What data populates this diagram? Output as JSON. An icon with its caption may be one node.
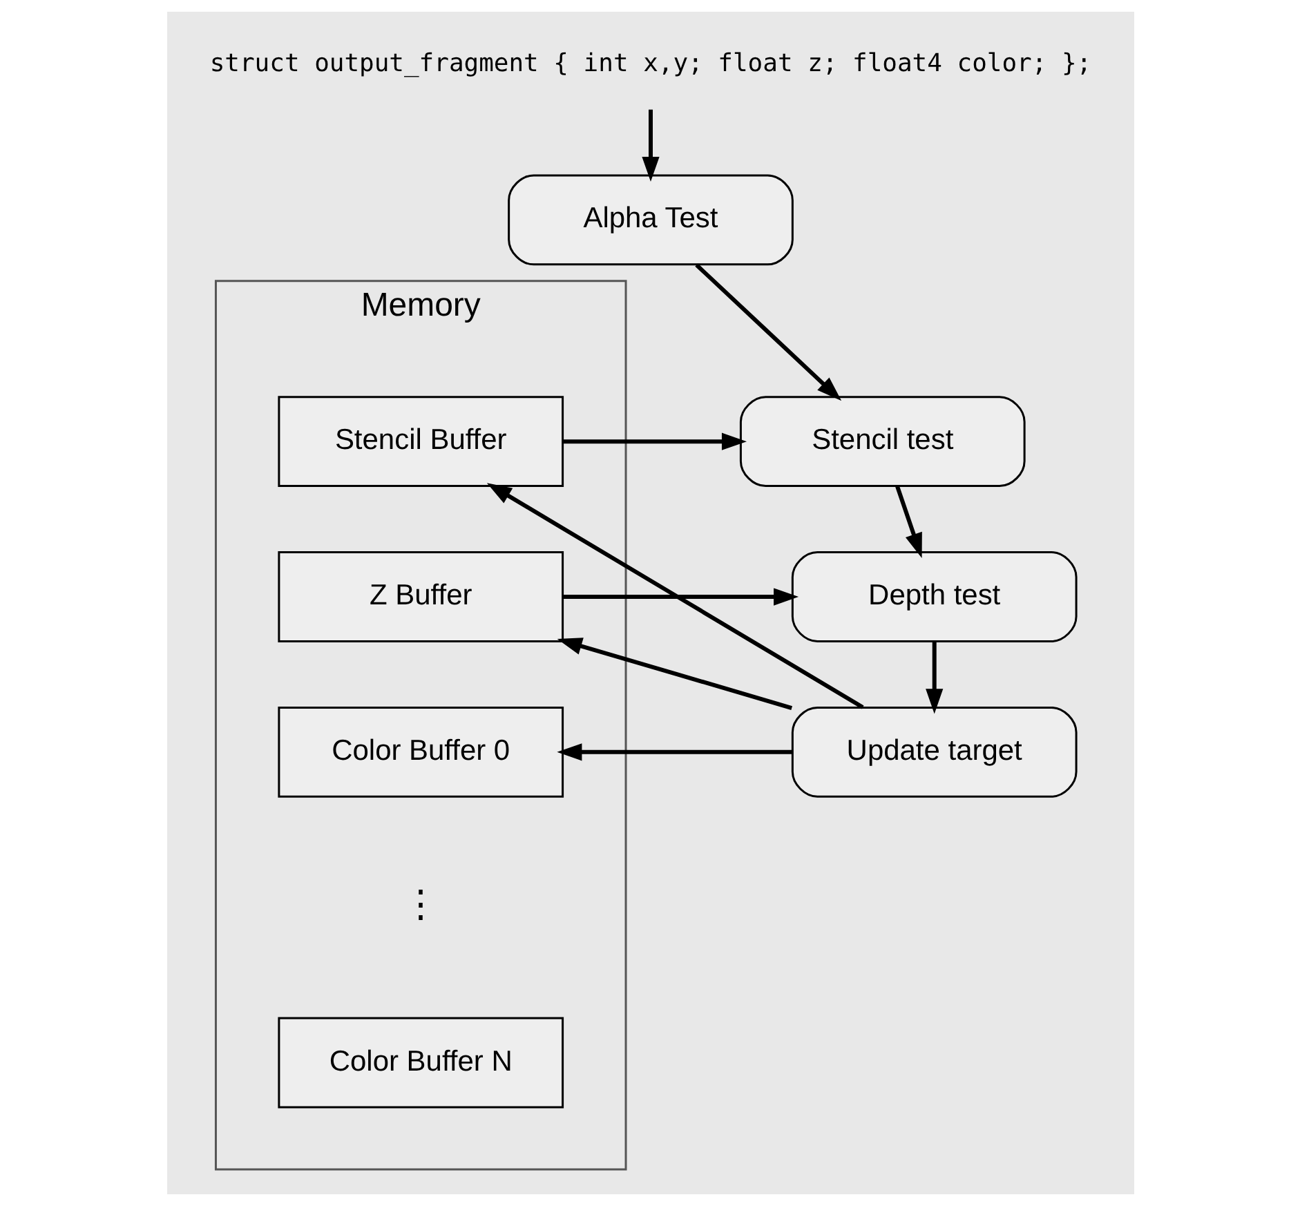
{
  "diagram": {
    "nodes": [
      {
        "text": [
          "struct output_fragment { int x,y; float z; float4 color; };"
        ]
      },
      {
        "text": [
          "Memory"
        ]
      },
      {
        "text": [
          "Alpha Test"
        ]
      },
      {
        "text": [
          "Stencil test"
        ]
      },
      {
        "text": [
          "Depth test"
        ]
      },
      {
        "text": [
          "Update target"
        ]
      },
      {
        "text": [
          "Stencil Buffer"
        ],
        "in": 1
      },
      {
        "text": [
          "Z Buffer"
        ],
        "in": 1
      },
      {
        "text": [
          "Color Buffer 0"
        ],
        "in": 1
      },
      {
        "text": [
          "Color Buffer N"
        ],
        "in": 1
      }
    ],
    "edges": [
      {
        "from": 0,
        "to": 2,
        "arrow": "to"
      },
      {
        "from": 2,
        "to": 3,
        "arrow": "to"
      },
      {
        "from": 3,
        "to": 4,
        "arrow": "to"
      },
      {
        "from": 4,
        "to": 5,
        "arrow": "to"
      },
      {
        "from": 6,
        "to": 3,
        "arrow": "to"
      },
      {
        "from": 5,
        "to": 6,
        "arrow": "to"
      },
      {
        "from": 7,
        "to": 4,
        "arrow": "to"
      },
      {
        "from": 5,
        "to": 7,
        "arrow": "to"
      },
      {
        "from": 5,
        "to": 8,
        "arrow": "to"
      }
    ],
    "labels": [
      "⋮"
    ]
  }
}
